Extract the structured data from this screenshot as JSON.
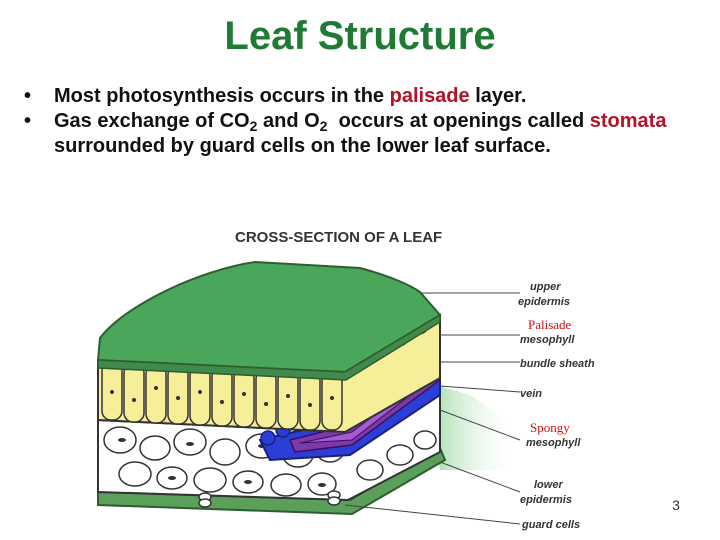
{
  "slide": {
    "title": "Leaf Structure",
    "number": "3",
    "colors": {
      "title": "#1f7a33",
      "highlight": "#b3122b"
    }
  },
  "bullets": [
    {
      "prefix": "Most photosynthesis occurs in the ",
      "highlight": "palisade",
      "suffix": " layer."
    },
    {
      "line1_a": "Gas exchange of CO",
      "sub1": "2",
      "line1_b": " and O",
      "sub2": "2",
      "line1_c": "  occurs at openings called",
      "highlight": "stomata",
      "rest": " surrounded by guard cells on the lower leaf surface."
    }
  ],
  "figure": {
    "title": "CROSS-SECTION OF A LEAF",
    "labels": {
      "upper_epidermis_1": "upper",
      "upper_epidermis_2": "epidermis",
      "palisade_note": "Palisade",
      "mesophyll_1": "mesophyll",
      "bundle_sheath": "bundle sheath",
      "vein": "vein",
      "spongy_note": "Spongy",
      "mesophyll_2": "mesophyll",
      "lower_epidermis_1": "lower",
      "lower_epidermis_2": "epidermis",
      "guard_cells": "guard cells"
    }
  }
}
